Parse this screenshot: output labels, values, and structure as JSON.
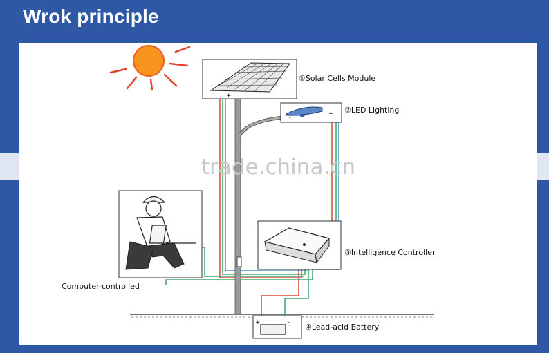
{
  "header": {
    "title": "Wrok principle"
  },
  "diagram": {
    "labels": {
      "solar": "①Solar Cells Module",
      "led": "②LED Lighting",
      "controller": "③Intelligence Controller",
      "battery": "④Lead-acid Battery",
      "computer": "Computer-controlled"
    },
    "terminals": {
      "minus": "-",
      "plus": "+"
    }
  },
  "watermark": {
    "text": "trade.china.cn"
  },
  "colors": {
    "background": "#2e58a6",
    "sun": "#f7941d",
    "sun_rays": "#e8402a",
    "wire_red": "#e0463a",
    "wire_green": "#3aa56b",
    "wire_blue": "#4a8fd6",
    "pole": "#8a8a8a"
  }
}
